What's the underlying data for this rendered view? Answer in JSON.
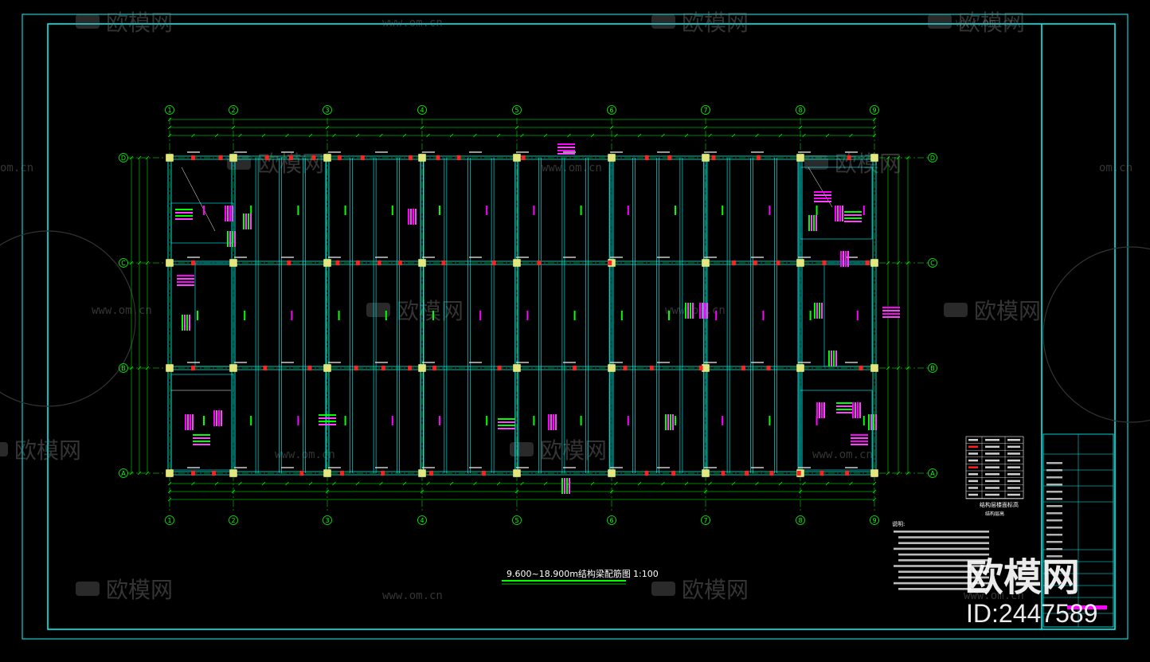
{
  "drawing": {
    "title": "9.600~18.900m结构梁配筋图",
    "scale": "1:100",
    "legend_title": "结构层楼面标高",
    "legend_subtitle": "结构层高",
    "notes_heading": "说明:"
  },
  "grid": {
    "columns": [
      "1",
      "2",
      "3",
      "4",
      "5",
      "6",
      "7",
      "8",
      "9"
    ],
    "rows": [
      "D",
      "C",
      "B",
      "A"
    ]
  },
  "watermarks": {
    "brand": "欧模网",
    "url": "www.om.cn",
    "url_short": "om.cn"
  },
  "footer": {
    "brand": "欧模网",
    "id_label": "ID:2447589"
  },
  "colors": {
    "frame": "#00ffff",
    "beam": "#00ffff",
    "grid_line": "#00ff00",
    "column": "#e6e680",
    "dimension": "#00ff00",
    "rebar_label_magenta": "#ff00ff",
    "rebar_label_green": "#00ff00",
    "tag_red": "#ff2020",
    "title_underline": "#00ff00",
    "brand_magenta": "#ff00ff"
  }
}
